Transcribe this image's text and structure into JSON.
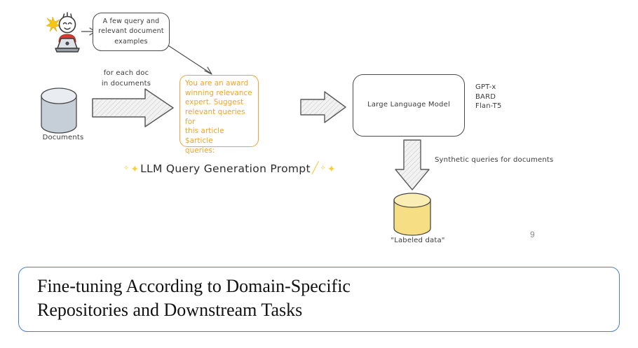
{
  "slide": {
    "page_number": "9",
    "person": {
      "name": "person-at-laptop",
      "shirt_color": "#d93a33",
      "sparkle_color": "#f5c518"
    },
    "bubble": {
      "text": "A few query and\nrelevant document\nexamples"
    },
    "foreach_label": {
      "text": "for each doc\nin documents"
    },
    "documents_store": {
      "label": "Documents",
      "fill_color": "#c6ced8"
    },
    "prompt": {
      "text": "You are an award\nwinning relevance\nexpert. Suggest\nrelevant queries for\nthis article $article\nqueries:",
      "border_color": "#eda23a",
      "text_color": "#f0a32e",
      "caption": "LLM Query Generation Prompt",
      "caption_sparkle_left": "✦",
      "caption_sparkle_small_left": "✧",
      "caption_wand": "╱",
      "caption_sparkle_small_right": "✧",
      "caption_sparkle_right": "✦"
    },
    "llm": {
      "label": "Large Language Model",
      "models": [
        "GPT-x",
        "BARD",
        "Flan-T5"
      ]
    },
    "synthetic_label": {
      "text": "Synthetic queries for documents"
    },
    "labeled_store": {
      "label": "\"Labeled data\"",
      "fill_color": "#f5de84"
    },
    "arrows": {
      "doc_to_prompt": "block-arrow-right",
      "prompt_to_llm": "block-arrow-right",
      "bubble_to_prompt": "thin-arrow-diagonal",
      "person_to_bubble": "thin-arrow-right",
      "llm_to_store": "block-arrow-down"
    }
  },
  "caption": {
    "text": "Fine-tuning According to Domain-Specific\nRepositories and Downstream Tasks",
    "border_color": "#4a7fd4"
  }
}
